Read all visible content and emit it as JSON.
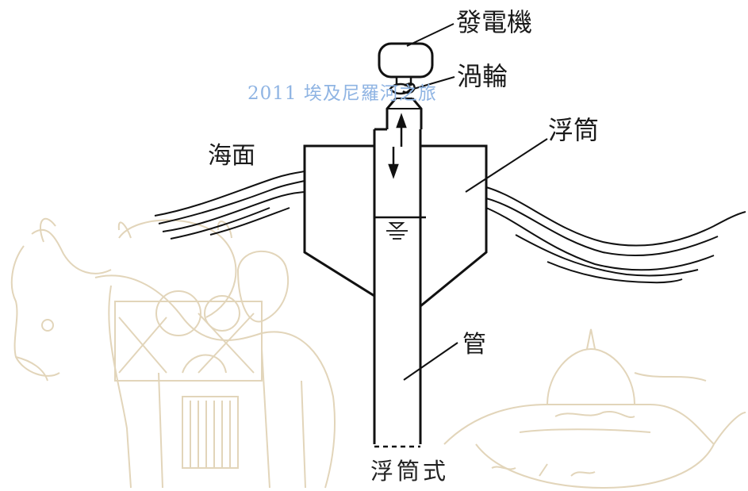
{
  "diagram": {
    "labels": {
      "generator": "發電機",
      "turbine": "渦輪",
      "buoy": "浮筒",
      "sea_surface": "海面",
      "pipe": "管"
    },
    "caption": "浮筒式",
    "watermark": "2011 埃及尼羅河之旅",
    "colors": {
      "line": "#111111",
      "watermark_text": "#8fb4e3",
      "background_sketch": "#d9c7a3"
    }
  }
}
